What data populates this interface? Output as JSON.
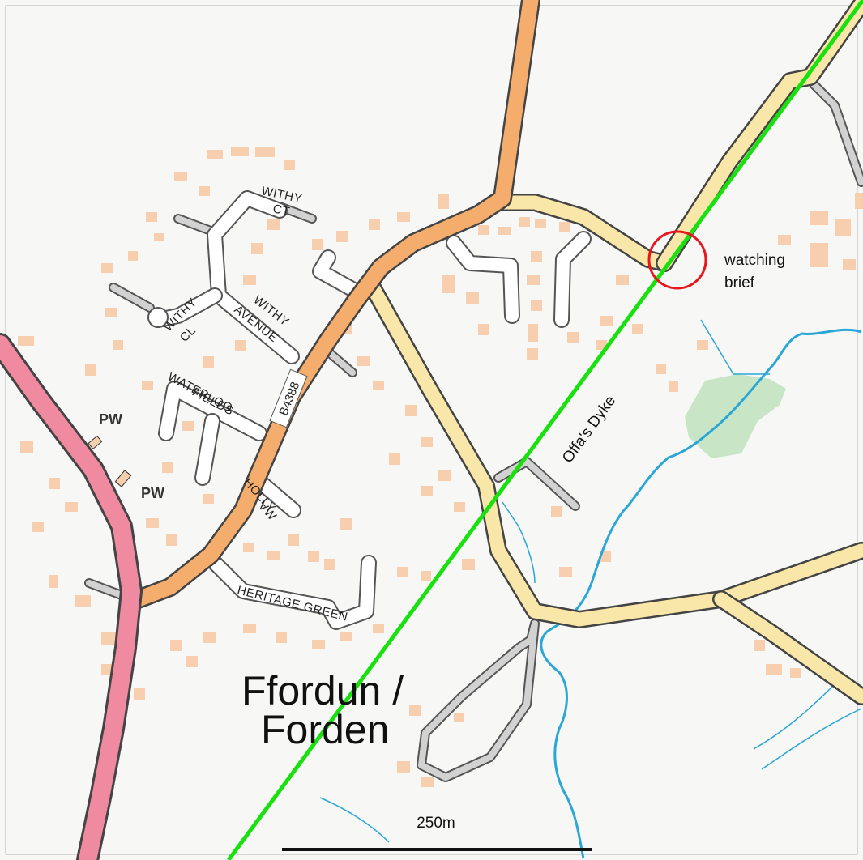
{
  "map": {
    "place_name_line1": "Ffordun /",
    "place_name_line2": "Forden",
    "feature_label": "Offa's Dyke",
    "road_number": "B4388",
    "annotation_line1": "watching",
    "annotation_line2": "brief",
    "scale_label": "250m",
    "streets": {
      "withy_ct_1": "WITHY",
      "withy_ct_2": "CT",
      "withy_cl_1": "WITHY",
      "withy_cl_2": "CL",
      "withy_avenue_1": "WITHY",
      "withy_avenue_2": "AVENUE",
      "waterloo_1": "WATERLOO",
      "waterloo_2": "FIELDS",
      "holly_1": "HOLLY",
      "holly_2": "VW",
      "heritage": "HERITAGE GREEN"
    },
    "poi": {
      "pw_1": "PW",
      "pw_2": "PW"
    },
    "colors": {
      "background": "#f7f7f5",
      "a_road": "#f08aa0",
      "b_road": "#f5ad6e",
      "minor_road": "#f9e6a9",
      "lane": "#d2d2d2",
      "building": "#f7cfae",
      "water": "#2aa7d6",
      "woodland": "#bfe3bd",
      "dyke_line": "#19e10f",
      "watching_brief_circle": "#e8151a"
    }
  }
}
